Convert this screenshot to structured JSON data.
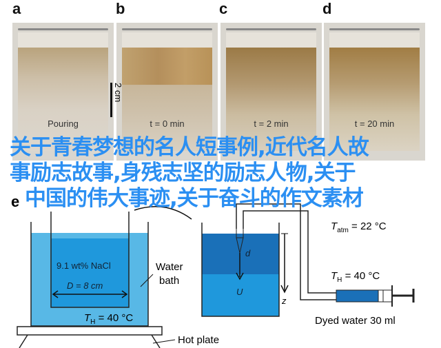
{
  "panels": [
    {
      "label": "a",
      "caption": "Pouring"
    },
    {
      "label": "b",
      "caption": "t = 0 min"
    },
    {
      "label": "c",
      "caption": "t = 2 min"
    },
    {
      "label": "d",
      "caption": "t = 20 min"
    }
  ],
  "scale_bar": "2 cm",
  "overlay_lines": [
    "关于青春梦想的名人短事例,近代名人故",
    "事励志故事,身残志坚的励志人物,关于",
    "中国的伟大事迹,关于奋斗的作文素材"
  ],
  "panel_e": {
    "label": "e",
    "nacl": "9.1 wt% NaCl",
    "diameter": "D = 8 cm",
    "water_bath": [
      "Water",
      "bath"
    ],
    "th_left": {
      "T": "T",
      "sub": "H",
      "rest": " = 40 °C"
    },
    "hot_plate": "Hot plate",
    "d": "d",
    "u": "U",
    "z": "z",
    "tatm": {
      "T": "T",
      "sub": "atm",
      "rest": " = 22 °C"
    },
    "th_right": {
      "T": "T",
      "sub": "H",
      "rest": " = 40 °C"
    },
    "syringe": "Dyed water 30 ml"
  },
  "colors": {
    "overlay": "#2b8ff2",
    "bath": "#58b8e6",
    "nacl": "#1f98dc",
    "dark": "#1a70b8"
  }
}
